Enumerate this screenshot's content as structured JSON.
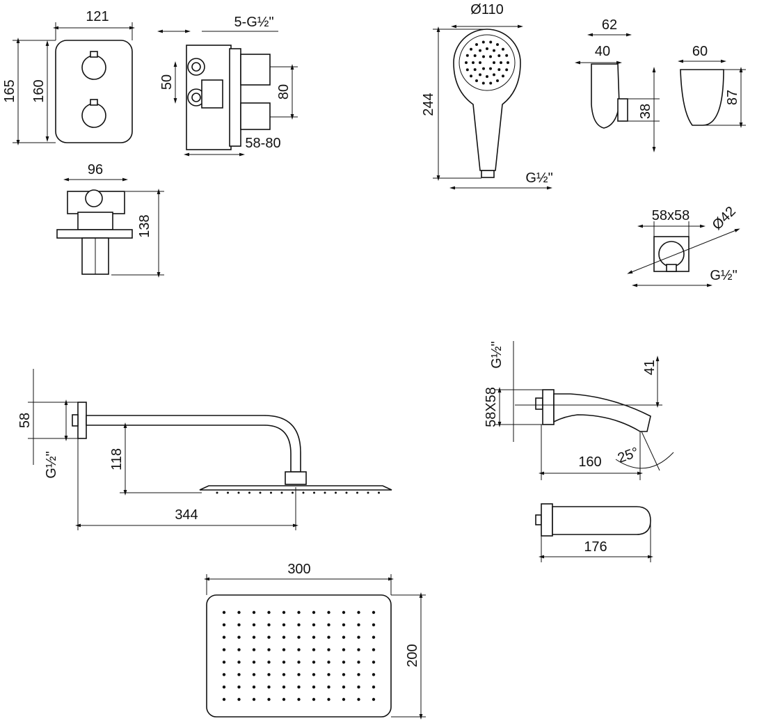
{
  "colors": {
    "line": "#111111",
    "background": "#ffffff"
  },
  "thermostat_front": {
    "width": "121",
    "height_outer": "165",
    "height_inner": "160"
  },
  "thermostat_side": {
    "connections": "5-G½\"",
    "spacing_left": "50",
    "spacing_right": "80",
    "depth": "58-80"
  },
  "thermostat_top": {
    "width": "96",
    "depth": "138"
  },
  "hand_shower": {
    "diameter": "Ø110",
    "length": "244",
    "thread": "G½\""
  },
  "holder": {
    "width_outer": "62",
    "width_inner": "40",
    "height": "38"
  },
  "cup": {
    "width": "60",
    "height": "87"
  },
  "wall_outlet": {
    "size": "58x58",
    "diameter": "Ø42",
    "thread": "G½\""
  },
  "shower_arm": {
    "flange": "58",
    "thread": "G½\"",
    "drop": "118",
    "reach": "344"
  },
  "spout": {
    "thread": "G½\"",
    "height": "41",
    "flange": "58X58",
    "angle": "25°",
    "length": "160"
  },
  "bath_spout": {
    "length": "176"
  },
  "rain_shower": {
    "width": "300",
    "depth": "200",
    "nozzle_columns": 11,
    "nozzle_rows": 8
  }
}
